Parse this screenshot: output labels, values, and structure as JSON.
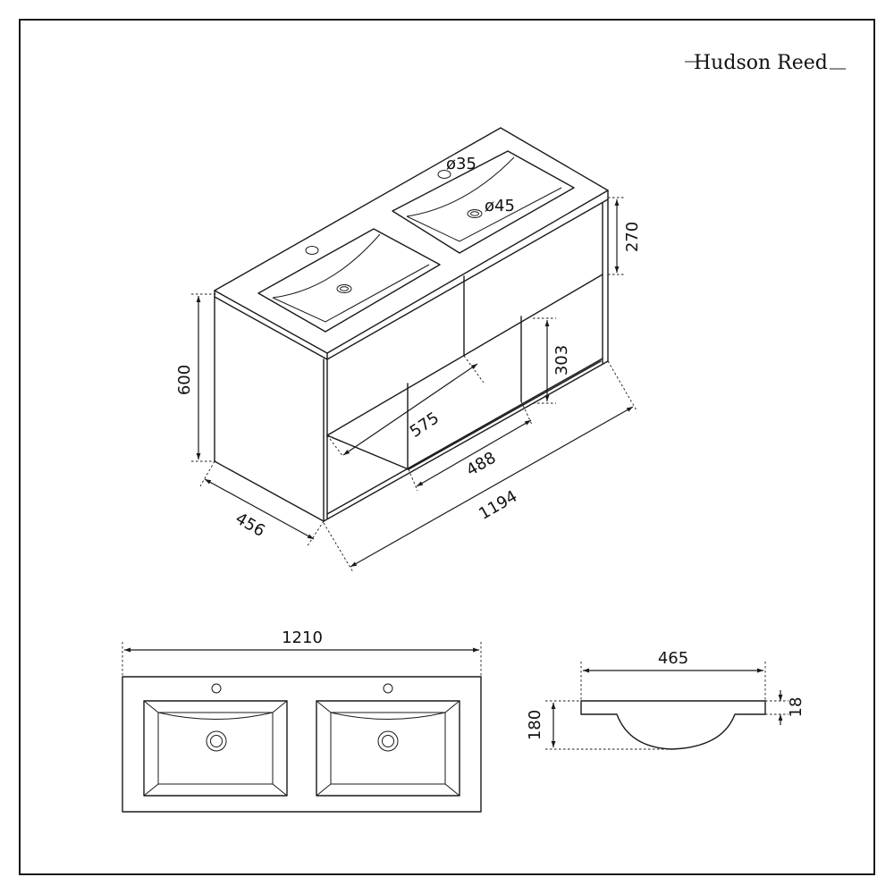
{
  "brand": {
    "name": "Hudson Reed"
  },
  "isometric_view": {
    "tap_hole_diameter": "ø35",
    "waste_diameter": "ø45",
    "drawer_height": "270",
    "overall_height": "600",
    "shelf_height": "303",
    "depth": "456",
    "internal_width": "575",
    "shelf_depth": "488",
    "overall_width": "1194"
  },
  "top_view": {
    "basin_width": "1210"
  },
  "side_view": {
    "basin_depth": "465",
    "basin_height": "180",
    "lip_thickness": "18"
  }
}
